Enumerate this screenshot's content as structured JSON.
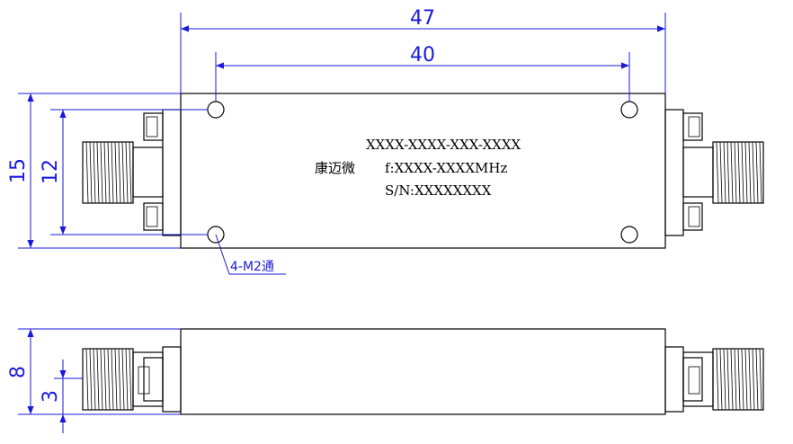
{
  "dimensions": {
    "overall_length": "47",
    "hole_spacing": "40",
    "height": "15",
    "hole_vertical_spacing": "12",
    "hole_note": "4-M2通",
    "thickness": "8",
    "connector_offset": "3"
  },
  "label": {
    "part_number": "XXXX-XXXX-XXX-XXXX",
    "brand": "康迈微",
    "frequency": "f:XXXX-XXXXMHz",
    "serial": "S/N:XXXXXXXX"
  },
  "colors": {
    "outline": "#000000",
    "dimension": "#1a1adb"
  }
}
